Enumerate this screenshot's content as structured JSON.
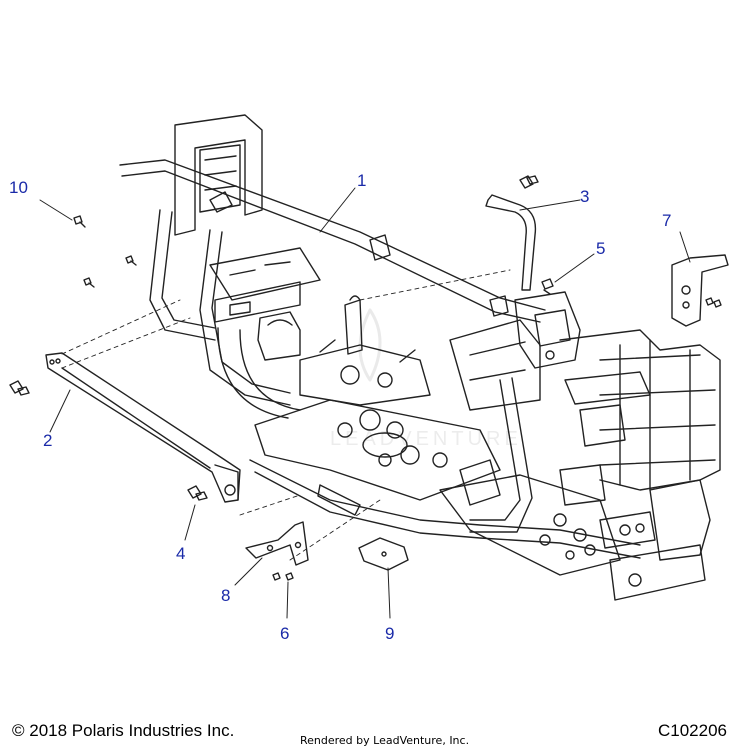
{
  "diagram": {
    "callouts": [
      {
        "label": "1"
      },
      {
        "label": "2"
      },
      {
        "label": "3"
      },
      {
        "label": "4"
      },
      {
        "label": "5"
      },
      {
        "label": "6"
      },
      {
        "label": "7"
      },
      {
        "label": "8"
      },
      {
        "label": "9"
      },
      {
        "label": "10"
      }
    ],
    "watermark": "LEADVENTURE",
    "callout_color": "#1a2aa8"
  },
  "footer": {
    "copyright": "© 2018 Polaris Industries Inc.",
    "rendered_by": "Rendered by LeadVenture, Inc.",
    "part_code": "C102206"
  }
}
